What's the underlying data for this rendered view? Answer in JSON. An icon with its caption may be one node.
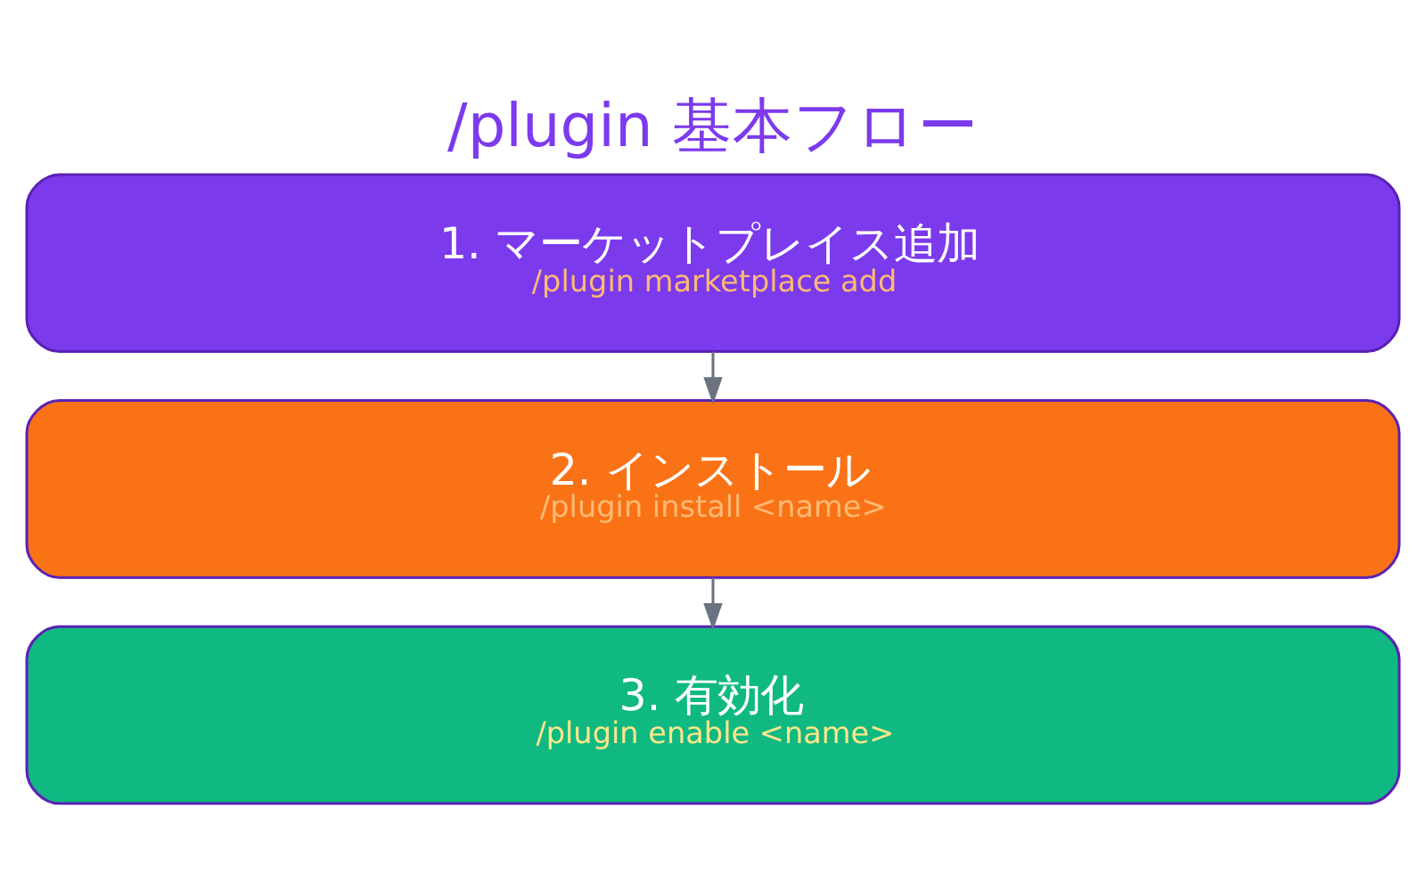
{
  "diagram": {
    "title": "/plugin 基本フロー",
    "nodes": [
      {
        "text": [
          "1. マーケットプレイス追加",
          "/plugin marketplace add"
        ]
      },
      {
        "text": [
          "2. インストール",
          "/plugin install <name>"
        ]
      },
      {
        "text": [
          "3. 有効化",
          "/plugin enable <name>"
        ]
      }
    ],
    "edges": [
      {
        "from": 0,
        "to": 1,
        "arrow": "to"
      },
      {
        "from": 1,
        "to": 2,
        "arrow": "to"
      }
    ]
  }
}
